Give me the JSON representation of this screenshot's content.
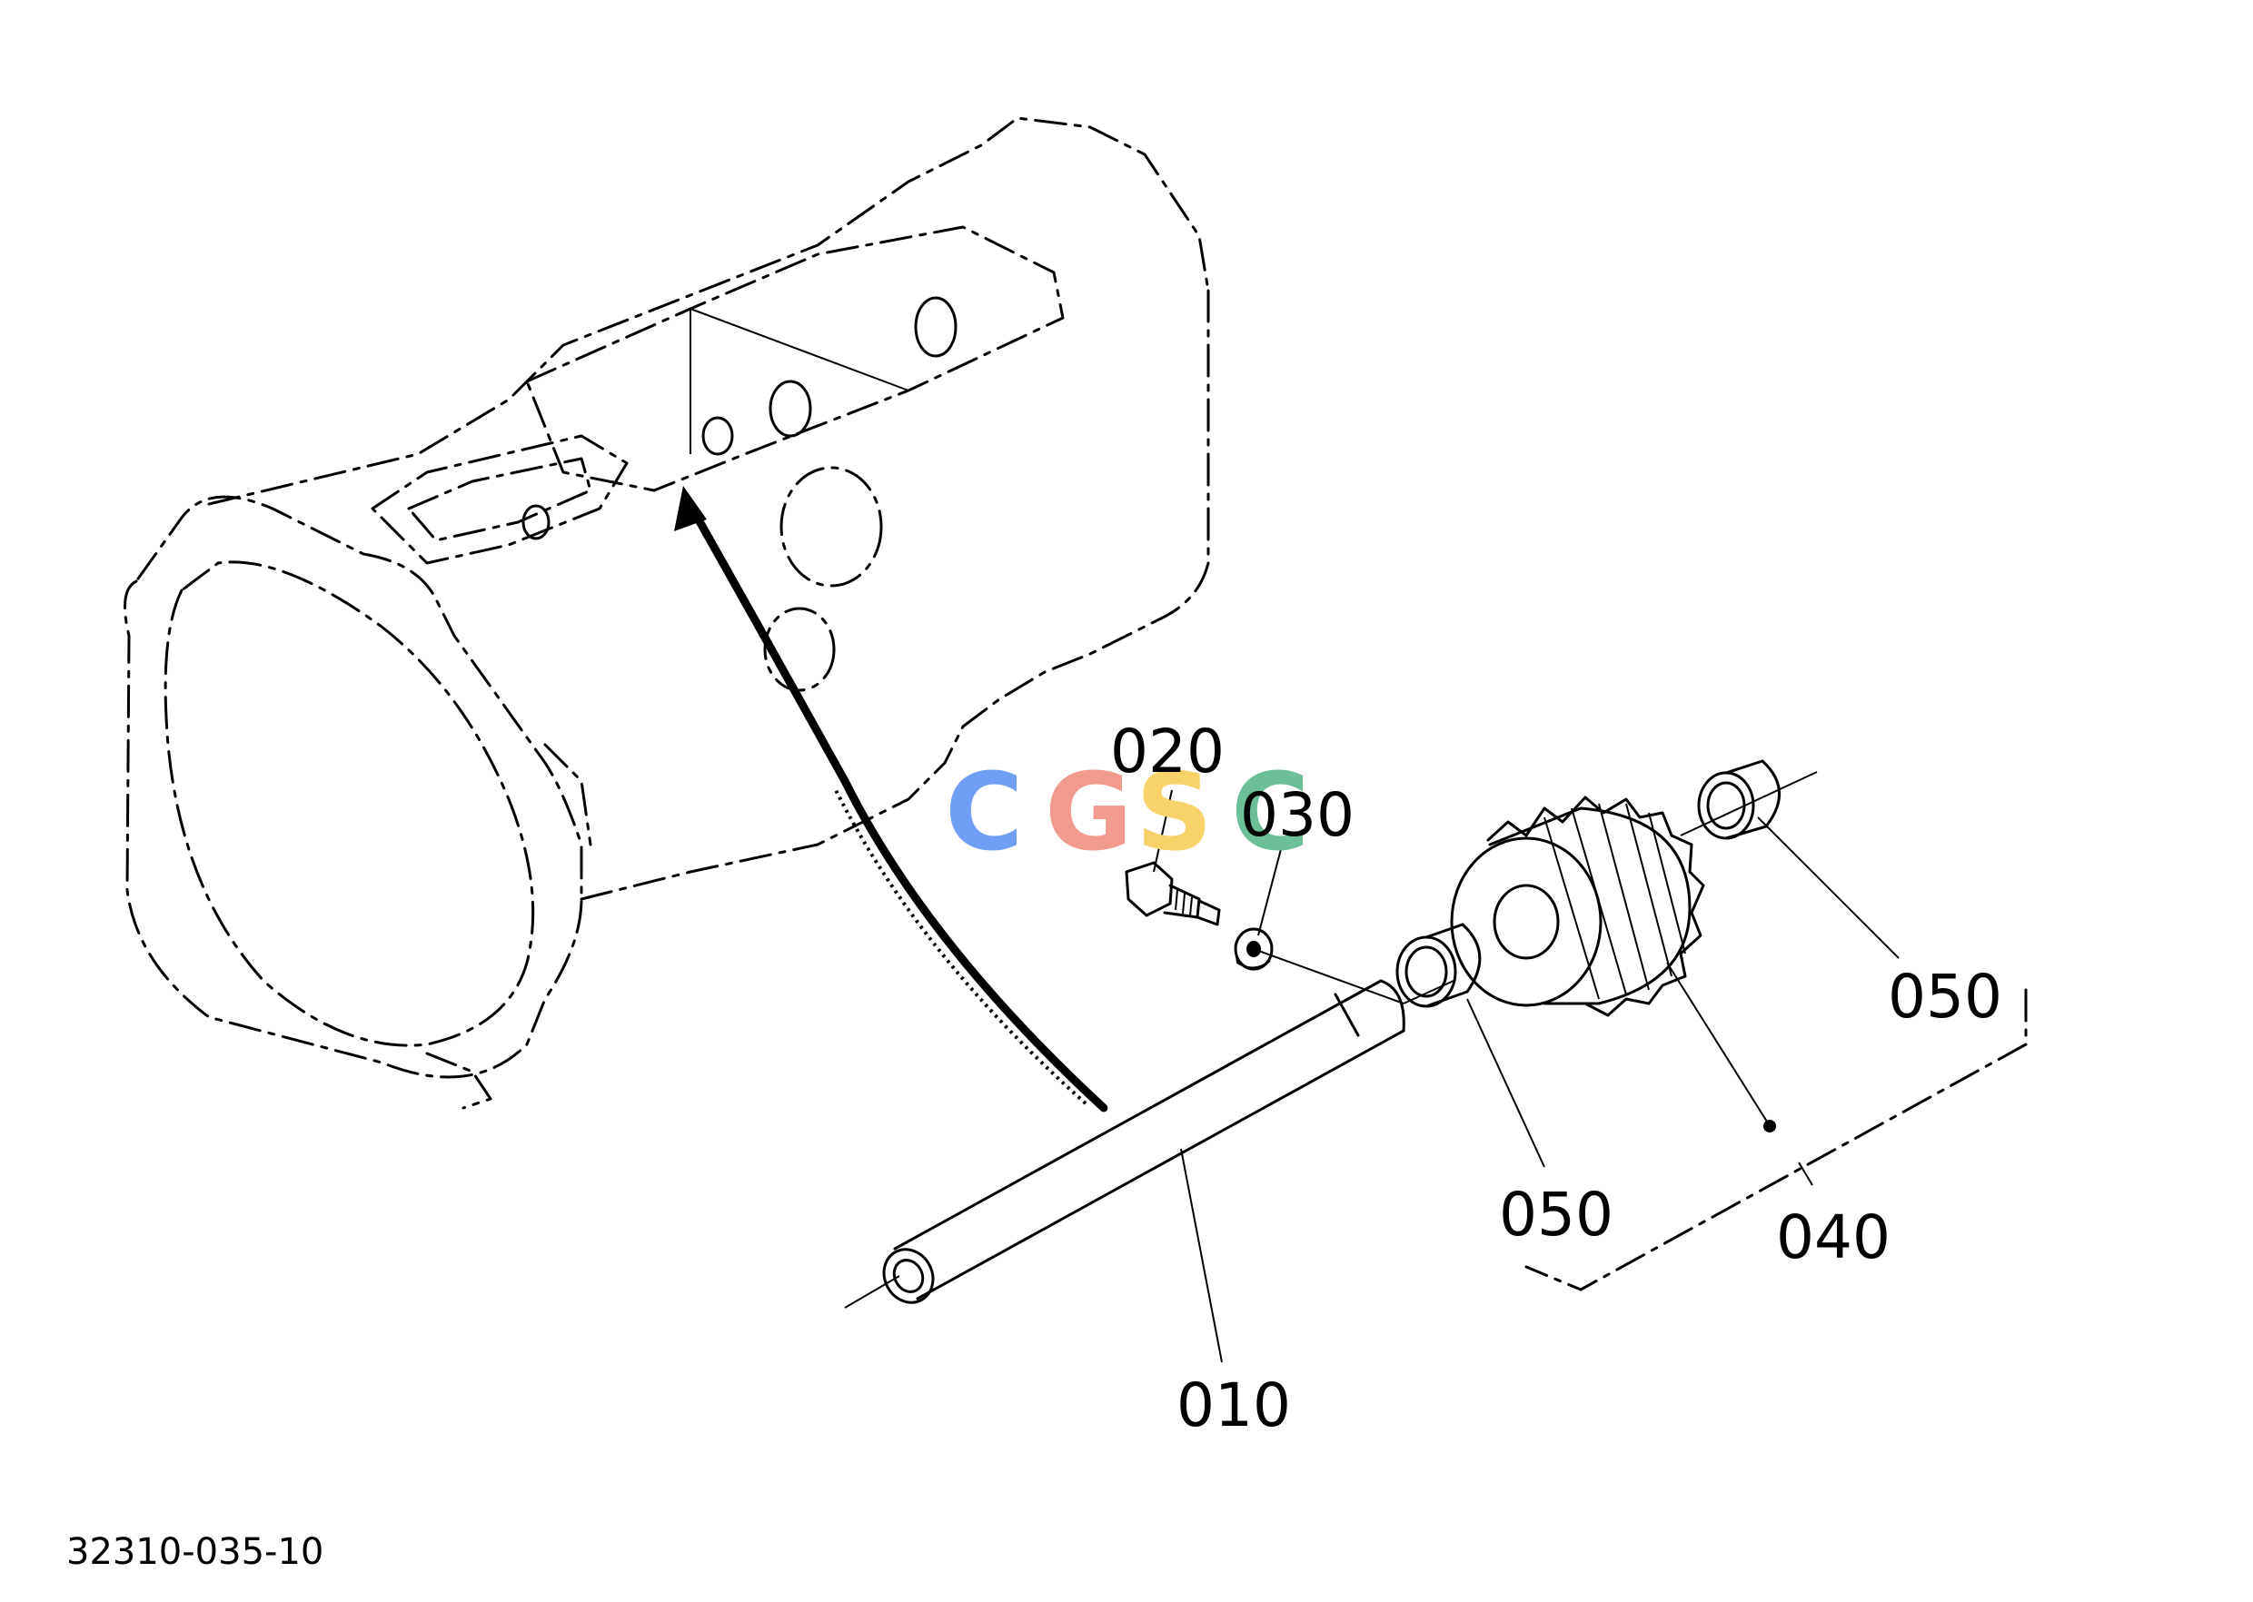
{
  "callouts": {
    "c010": "010",
    "c020": "020",
    "c030": "030",
    "c040": "040",
    "c050a": "050",
    "c050b": "050"
  },
  "watermark": {
    "c": "C",
    "g": "G",
    "s": "S",
    "c2": "C",
    "colors": [
      "#6fa0f5",
      "#f19a8e",
      "#f7d36a",
      "#6cbf96"
    ]
  },
  "reference_code": "32310-035-10"
}
